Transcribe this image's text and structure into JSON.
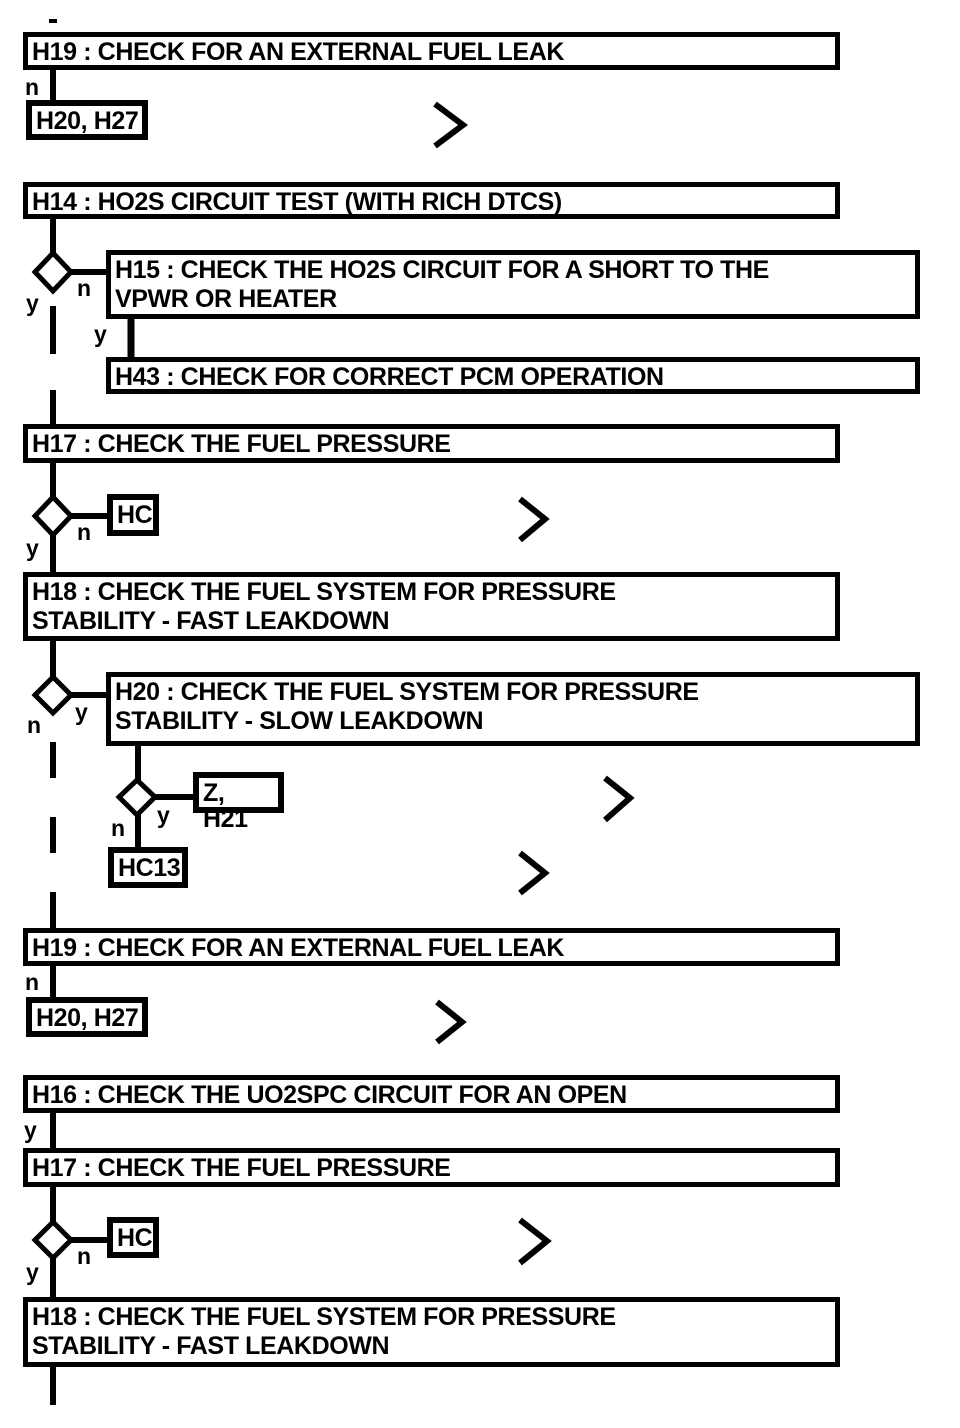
{
  "flow": {
    "branch_yes": "y",
    "branch_no": "n",
    "boxes": {
      "h19_top": "H19 : CHECK FOR AN EXTERNAL FUEL LEAK",
      "h20_h27_top": "H20, H27",
      "h14": "H14 : HO2S CIRCUIT TEST (WITH RICH DTCS)",
      "h15": "H15 : CHECK THE HO2S CIRCUIT FOR A SHORT TO THE\nVPWR OR HEATER",
      "h43": "H43 : CHECK FOR CORRECT PCM OPERATION",
      "h17_top": "H17 : CHECK THE FUEL PRESSURE",
      "hc_top": "HC",
      "h18_top": "H18 : CHECK THE FUEL SYSTEM FOR PRESSURE\nSTABILITY - FAST LEAKDOWN",
      "h20_slow": "H20 : CHECK THE FUEL SYSTEM FOR PRESSURE\nSTABILITY - SLOW LEAKDOWN",
      "z_h21": "Z, H21",
      "hc13": "HC13",
      "h19_mid": "H19 : CHECK FOR AN EXTERNAL FUEL LEAK",
      "h20_h27_mid": "H20, H27",
      "h16": "H16 : CHECK THE UO2SPC CIRCUIT FOR AN OPEN",
      "h17_bottom": "H17 : CHECK THE FUEL PRESSURE",
      "hc_bottom": "HC",
      "h18_bottom": "H18 : CHECK THE FUEL SYSTEM FOR PRESSURE\nSTABILITY - FAST LEAKDOWN"
    },
    "colors": {
      "ink": "#000000",
      "paper": "#ffffff"
    }
  }
}
